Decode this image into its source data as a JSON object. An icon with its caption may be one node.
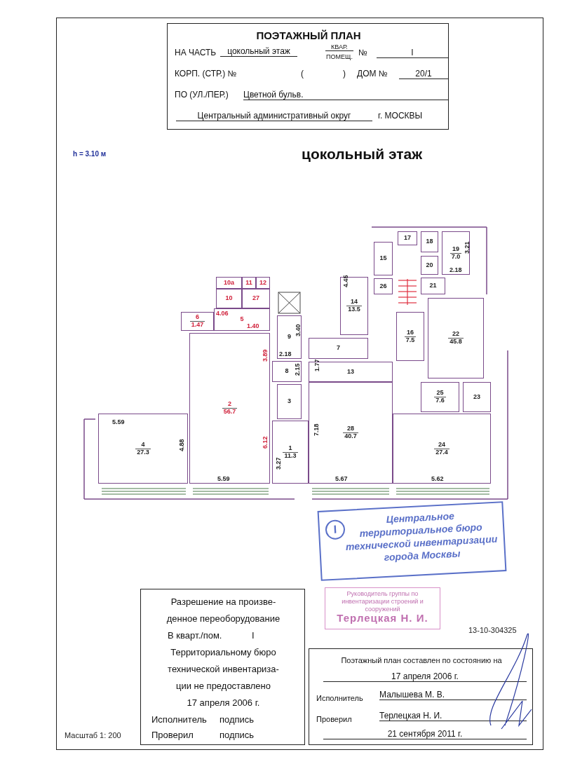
{
  "diagram": {
    "title": "цокольный этаж",
    "nodes": [
      {
        "text": [
          "ПОЭТАЖНЫЙ ПЛАН",
          "НА ЧАСТЬ",
          "цокольный этаж",
          "КВАР.",
          "ПОМЕЩ.",
          "№",
          "I",
          "КОРП. (СТР.) №",
          "(",
          ")",
          "ДОМ №",
          "20/1",
          "ПО (УЛ./ПЕР.)",
          "Цветной бульв.",
          "Центральный административный округ",
          "г. МОСКВЫ"
        ]
      },
      {
        "text": [
          "17"
        ]
      },
      {
        "text": [
          "18"
        ]
      },
      {
        "text": [
          "19",
          "7.0"
        ]
      },
      {
        "text": [
          "15"
        ]
      },
      {
        "text": [
          "20"
        ]
      },
      {
        "text": [
          "10а"
        ]
      },
      {
        "text": [
          "11"
        ]
      },
      {
        "text": [
          "12"
        ]
      },
      {
        "text": [
          "21"
        ]
      },
      {
        "text": [
          "26"
        ]
      },
      {
        "text": [
          "14",
          "13.5"
        ]
      },
      {
        "text": [
          "10"
        ]
      },
      {
        "text": [
          "27"
        ]
      },
      {
        "text": [
          "22",
          "45.8"
        ]
      },
      {
        "text": [
          "5"
        ]
      },
      {
        "text": [
          "6",
          "1.47"
        ]
      },
      {
        "text": [
          "9"
        ]
      },
      {
        "text": [
          "16",
          "7.5"
        ]
      },
      {
        "text": [
          "7"
        ]
      },
      {
        "text": [
          "13"
        ]
      },
      {
        "text": [
          "8"
        ]
      },
      {
        "text": [
          "2",
          "56.7"
        ]
      },
      {
        "text": [
          "25",
          "7.6"
        ]
      },
      {
        "text": [
          "23"
        ]
      },
      {
        "text": [
          "3"
        ]
      },
      {
        "text": [
          "28",
          "40.7"
        ]
      },
      {
        "text": [
          "1",
          "11.3"
        ]
      },
      {
        "text": [
          "4",
          "27.3"
        ]
      },
      {
        "text": [
          "24",
          "27.4"
        ]
      },
      {
        "text": [
          "I",
          "Центральное территориальное бюро технической инвентаризации города Москвы"
        ]
      },
      {
        "text": [
          "Разрешение на произве-",
          "денное переоборудование",
          "В кварт./пом.",
          "I",
          "Территориальному бюро",
          "технической инвентариза-",
          "ции не предоставлено",
          "17 апреля 2006 г.",
          "Исполнитель",
          "подпись",
          "Проверил",
          "подпись"
        ]
      },
      {
        "text": [
          "Руководитель группы по инвентаризации строений и сооружений",
          "Терлецкая Н. И."
        ]
      },
      {
        "text": [
          "Поэтажный план составлен по состоянию на",
          "17 апреля 2006 г.",
          "Исполнитель",
          "Малышева М. В.",
          "Проверил",
          "Терлецкая Н. И.",
          "21 сентября 2011 г."
        ]
      }
    ],
    "labels": [
      "h = 3.10 м",
      "3.21",
      "2.18",
      "4.45",
      "4.06",
      "3.40",
      "1.40",
      "2.18",
      "3.89",
      "2.15",
      "1.77",
      "5.59",
      "7.18",
      "4.88",
      "6.12",
      "3.27",
      "5.59",
      "5.67",
      "5.62",
      "13-10-304325",
      "Масштаб 1: 200"
    ]
  }
}
